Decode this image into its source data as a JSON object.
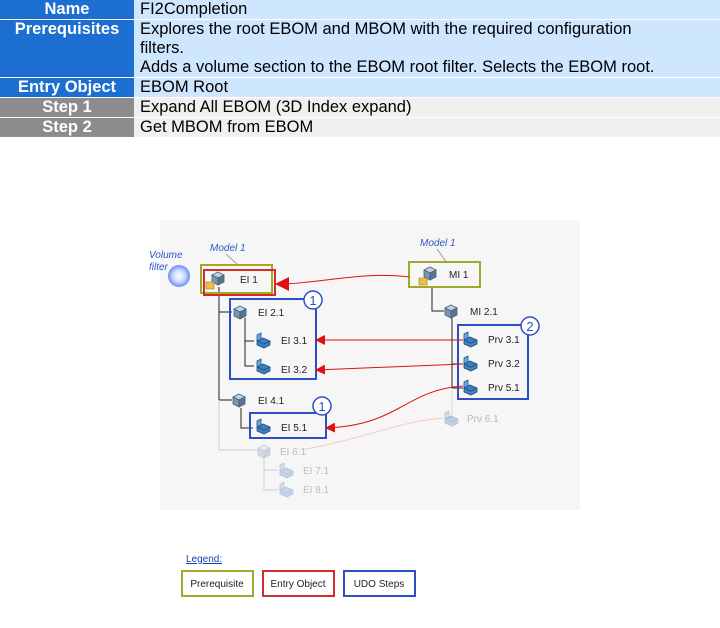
{
  "table": {
    "rows": [
      {
        "label": "Name",
        "value": "FI2Completion"
      },
      {
        "label": "Prerequisites",
        "line1": "Explores the root EBOM and MBOM with the required configuration",
        "line2": "filters.",
        "line3": "Adds a volume section to the EBOM root filter. Selects the EBOM root."
      },
      {
        "label": "Entry Object",
        "value": "EBOM Root"
      },
      {
        "label": "Step 1",
        "value": "Expand All EBOM (3D Index expand)"
      },
      {
        "label": "Step 2",
        "value": "Get MBOM from EBOM"
      }
    ]
  },
  "diagram": {
    "volume_filter_line1": "Volume",
    "volume_filter_line2": "filter",
    "ebom": {
      "model_label": "Model 1",
      "root": "EI 1",
      "children": [
        "EI 2.1",
        "EI 3.1",
        "EI 3.2",
        "EI 4.1",
        "EI 5.1"
      ],
      "faded": [
        "EI 6.1",
        "EI 7.1",
        "EI 8.1"
      ]
    },
    "mbom": {
      "model_label": "Model 1",
      "root": "MI 1",
      "children": [
        "MI 2.1",
        "Prv 3.1",
        "Prv 3.2",
        "Prv 5.1"
      ],
      "faded": [
        "Prv 6.1"
      ]
    },
    "step_markers": [
      "1",
      "2",
      "1"
    ]
  },
  "legend": {
    "title": "Legend:",
    "items": [
      {
        "label": "Prerequisite",
        "color": "#a2a82a"
      },
      {
        "label": "Entry Object",
        "color": "#d62b2b"
      },
      {
        "label": "UDO Steps",
        "color": "#2e4fc4"
      }
    ]
  },
  "colors": {
    "header_blue": "#1c6fd1",
    "header_gray": "#8c8c8c",
    "row_blue": "#cfe6ff",
    "row_gray": "#f0f0f0"
  }
}
